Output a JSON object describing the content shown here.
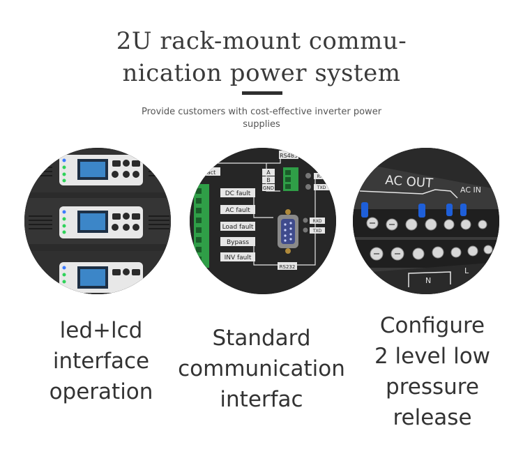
{
  "header": {
    "title_line1": "2U rack-mount commu-",
    "title_line2": "nication power system",
    "subtitle_line1": "Provide customers with cost-effective inverter power",
    "subtitle_line2": "supplies"
  },
  "features": [
    {
      "lines": [
        "led+lcd",
        "interface",
        "operation"
      ]
    },
    {
      "lines": [
        "Standard",
        "communication",
        "interfac"
      ]
    },
    {
      "lines": [
        "Configure",
        "2 level low",
        "pressure",
        "release"
      ]
    }
  ],
  "panel_labels": {
    "faults": [
      "DC fault",
      "AC fault",
      "Load fault",
      "Bypass",
      "INV fault"
    ],
    "rs485": "RS485",
    "rs232": "RS232",
    "abgnd": [
      "A",
      "B",
      "GND"
    ],
    "rxd_top": "RXD",
    "txd_top": "TXD",
    "rxd_bot": "RXD",
    "txd_bot": "TXD",
    "act": "act",
    "ac_out": "AC OUT",
    "ac_in": "AC IN",
    "n": "N",
    "l": "L"
  },
  "colors": {
    "led_green": "#2fd35a",
    "led_blue": "#3b7bff",
    "terminal_green": "#2f9e47",
    "wire_blue": "#1e5fd9"
  }
}
